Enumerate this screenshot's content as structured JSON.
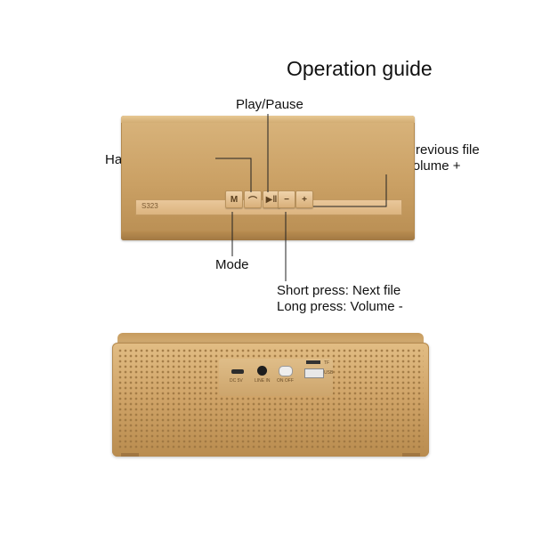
{
  "title": "Operation guide",
  "labels": {
    "play_pause": "Play/Pause",
    "hands_free": "Hands free call",
    "short_prev": "Short press: Previous file",
    "long_up": "Long press: Volume +",
    "mode": "Mode",
    "short_next": "Short press: Next file",
    "long_down": "Long press: Volume -"
  },
  "device": {
    "model": "S323",
    "buttons": [
      "M",
      "⌒",
      "▶‖",
      "−",
      "+"
    ],
    "ports": {
      "dc": "DC 5V",
      "line_in": "LINE IN",
      "on_off": "ON  OFF",
      "tf": "TF",
      "usb": "USB"
    }
  },
  "colors": {
    "gold_light": "#e2bd84",
    "gold_mid": "#cfa367",
    "gold_dark": "#b98c4f",
    "text": "#111111"
  }
}
